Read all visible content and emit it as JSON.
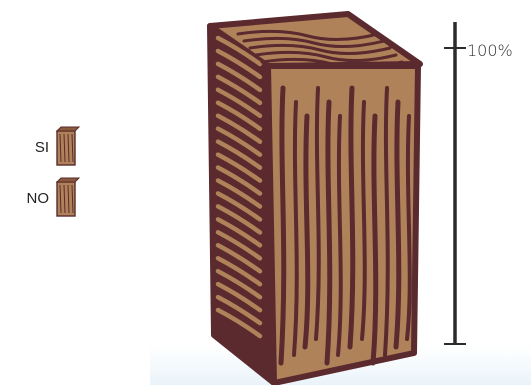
{
  "chart_data": {
    "type": "bar",
    "categories": [
      "SI",
      "NO"
    ],
    "series": [
      {
        "values": [
          100,
          0
        ]
      }
    ],
    "ylim": [
      0,
      100
    ],
    "yticks": [
      "100%"
    ],
    "legend": [
      "SI",
      "NO"
    ],
    "legend_position": "left"
  },
  "colors": {
    "wood_dark": "#5a2a2e",
    "wood_light": "#b0825a",
    "wood_mid": "#8a5a3c",
    "axis": "#2b2b2b"
  }
}
